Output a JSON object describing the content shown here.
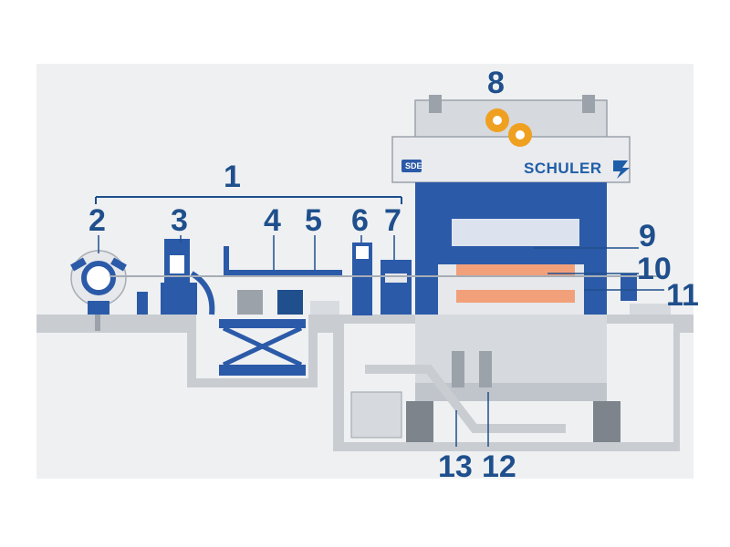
{
  "brand": {
    "name": "SCHULER",
    "badge": "SDE"
  },
  "callouts": [
    "1",
    "2",
    "3",
    "4",
    "5",
    "6",
    "7",
    "8",
    "9",
    "10",
    "11",
    "12",
    "13"
  ],
  "colors": {
    "background": "#f0f1f3",
    "machine_blue": "#2b5aa8",
    "dark_blue": "#1f4f8c",
    "grey": "#c8ccd2",
    "dark_grey": "#7d848c",
    "tool_salmon": "#f2a07a",
    "flywheel_orange": "#f0a020",
    "floor": "#c4c8cd"
  }
}
